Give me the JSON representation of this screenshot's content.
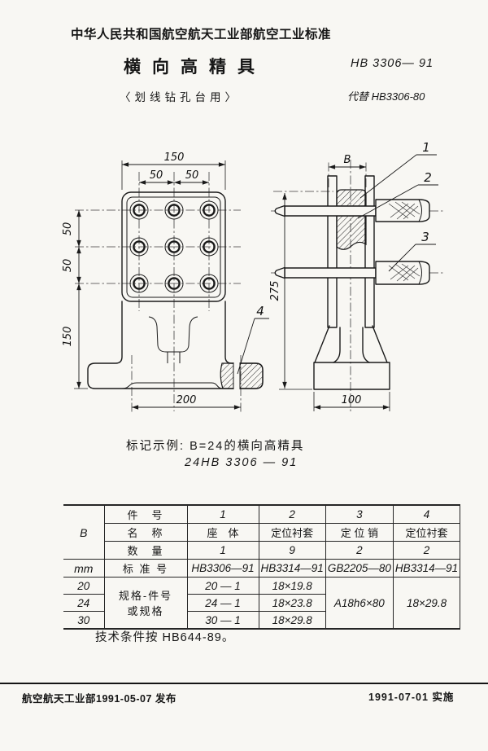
{
  "page": {
    "header": "中华人民共和国航空航天工业部航空工业标准",
    "title": "横向高精具",
    "standard_no": "HB 3306— 91",
    "subtitle": "〈划线钻孔台用〉",
    "replaces": "代替 HB3306-80"
  },
  "drawing": {
    "left": {
      "plate_width": "150",
      "hole_pitch_h1": "50",
      "hole_pitch_h2": "50",
      "hole_pitch_v1": "50",
      "hole_pitch_v2": "50",
      "lower_height": "150",
      "base_pitch": "200",
      "callout_4": "4"
    },
    "right": {
      "width_param": "B",
      "total_height": "275",
      "base_width": "100",
      "callout_1": "1",
      "callout_2": "2",
      "callout_3": "3"
    }
  },
  "marking_example": {
    "label": "标记示例:",
    "line1": "B=24的横向高精具",
    "line2": "24HB 3306 — 91"
  },
  "table": {
    "param": "B",
    "unit": "mm",
    "sizes": [
      "20",
      "24",
      "30"
    ],
    "labels": {
      "part_no": "件　号",
      "name": "名　称",
      "qty": "数　量",
      "standard": "标 准 号",
      "spec_line1": "规格-件号",
      "spec_line2": "或规格"
    },
    "part_nos": [
      "1",
      "2",
      "3",
      "4"
    ],
    "names": [
      "座　体",
      "定位衬套",
      "定 位 销",
      "定位衬套"
    ],
    "quantities": [
      "1",
      "9",
      "2",
      "2"
    ],
    "standards": [
      "HB3306—91",
      "HB3314—91",
      "GB2205—80",
      "HB3314—91"
    ],
    "spec_col1": [
      "20 — 1",
      "24 — 1",
      "30 — 1"
    ],
    "spec_col2": [
      "18×19.8",
      "18×23.8",
      "18×29.8"
    ],
    "spec_col3": "A18h6×80",
    "spec_col4": "18×29.8"
  },
  "tech_note": "技术条件按 HB644-89。",
  "footer": {
    "issued": "航空航天工业部1991-05-07 发布",
    "effective": "1991-07-01 实施"
  }
}
